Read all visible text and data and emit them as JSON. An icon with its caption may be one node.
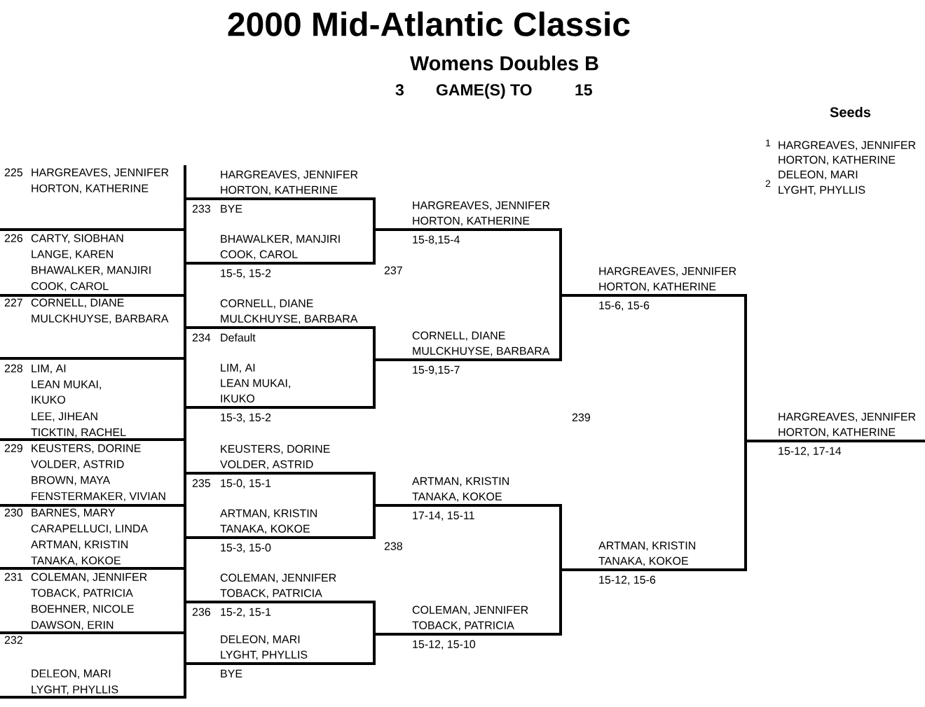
{
  "diagram": {
    "title": "2000 Mid-Atlantic Classic",
    "nodes": [
      {
        "text": [
          "225",
          "HARGREAVES, JENNIFER",
          "HORTON, KATHERINE"
        ]
      },
      {
        "text": [
          "226",
          "CARTY, SIOBHAN",
          "LANGE, KAREN",
          "BHAWALKER, MANJIRI",
          "COOK, CAROL"
        ]
      },
      {
        "text": [
          "227",
          "CORNELL, DIANE",
          "MULCKHUYSE, BARBARA"
        ]
      },
      {
        "text": [
          "228",
          "LIM, AI",
          "LEAN MUKAI, IKUKO",
          "LEE, JIHEAN",
          "TICKTIN, RACHEL"
        ]
      },
      {
        "text": [
          "229",
          "KEUSTERS, DORINE",
          "VOLDER, ASTRID",
          "BROWN, MAYA",
          "FENSTERMAKER, VIVIAN"
        ]
      },
      {
        "text": [
          "230",
          "BARNES, MARY",
          "CARAPELLUCI, LINDA",
          "ARTMAN, KRISTIN",
          "TANAKA, KOKOE"
        ]
      },
      {
        "text": [
          "231",
          "COLEMAN, JENNIFER",
          "TOBACK, PATRICIA",
          "BOEHNER, NICOLE",
          "DAWSON, ERIN"
        ]
      },
      {
        "text": [
          "232",
          "DELEON, MARI",
          "LYGHT, PHYLLIS"
        ]
      },
      {
        "text": [
          "HARGREAVES, JENNIFER",
          "HORTON, KATHERINE",
          "233",
          "BYE"
        ]
      },
      {
        "text": [
          "BHAWALKER, MANJIRI",
          "COOK, CAROL",
          "15-5, 15-2"
        ]
      },
      {
        "text": [
          "CORNELL, DIANE",
          "MULCKHUYSE, BARBARA",
          "234",
          "Default"
        ]
      },
      {
        "text": [
          "LIM, AI",
          "LEAN MUKAI, IKUKO",
          "15-3, 15-2"
        ]
      },
      {
        "text": [
          "KEUSTERS, DORINE",
          "VOLDER, ASTRID",
          "235",
          "15-0, 15-1"
        ]
      },
      {
        "text": [
          "ARTMAN, KRISTIN",
          "TANAKA, KOKOE",
          "15-3, 15-0"
        ]
      },
      {
        "text": [
          "COLEMAN, JENNIFER",
          "TOBACK, PATRICIA",
          "236",
          "15-2, 15-1"
        ]
      },
      {
        "text": [
          "DELEON, MARI",
          "LYGHT, PHYLLIS",
          "BYE"
        ]
      },
      {
        "text": [
          "HARGREAVES, JENNIFER",
          "HORTON, KATHERINE",
          "15-8,15-4"
        ]
      },
      {
        "text": [
          "CORNELL, DIANE",
          "MULCKHUYSE, BARBARA",
          "15-9,15-7"
        ]
      },
      {
        "text": [
          "ARTMAN, KRISTIN",
          "TANAKA, KOKOE",
          "17-14, 15-11"
        ]
      },
      {
        "text": [
          "COLEMAN, JENNIFER",
          "TOBACK, PATRICIA",
          "15-12, 15-10"
        ]
      },
      {
        "text": [
          "HARGREAVES, JENNIFER",
          "HORTON, KATHERINE",
          "15-6, 15-6"
        ]
      },
      {
        "text": [
          "ARTMAN, KRISTIN",
          "TANAKA, KOKOE",
          "15-12, 15-6"
        ]
      },
      {
        "text": [
          "HARGREAVES, JENNIFER",
          "HORTON, KATHERINE",
          "15-12, 17-14"
        ]
      }
    ],
    "edges": [
      {
        "from": 8,
        "to": 16,
        "arrow": "none"
      },
      {
        "from": 9,
        "to": 16,
        "arrow": "none"
      },
      {
        "from": 10,
        "to": 17,
        "arrow": "none"
      },
      {
        "from": 11,
        "to": 17,
        "arrow": "none"
      },
      {
        "from": 12,
        "to": 18,
        "arrow": "none"
      },
      {
        "from": 13,
        "to": 18,
        "arrow": "none"
      },
      {
        "from": 14,
        "to": 19,
        "arrow": "none"
      },
      {
        "from": 15,
        "to": 19,
        "arrow": "none"
      },
      {
        "from": 16,
        "to": 20,
        "arrow": "none"
      },
      {
        "from": 17,
        "to": 20,
        "arrow": "none"
      },
      {
        "from": 18,
        "to": 21,
        "arrow": "none"
      },
      {
        "from": 19,
        "to": 21,
        "arrow": "none"
      },
      {
        "from": 20,
        "to": 22,
        "arrow": "none"
      },
      {
        "from": 21,
        "to": 22,
        "arrow": "none"
      }
    ],
    "labels": [
      "Womens Doubles B",
      "3",
      "GAME(S) TO",
      "15",
      "Seeds",
      "1",
      "HARGREAVES, JENNIFER",
      "HORTON, KATHERINE",
      "DELEON, MARI",
      "2",
      "LYGHT, PHYLLIS",
      "237",
      "239",
      "238"
    ]
  }
}
